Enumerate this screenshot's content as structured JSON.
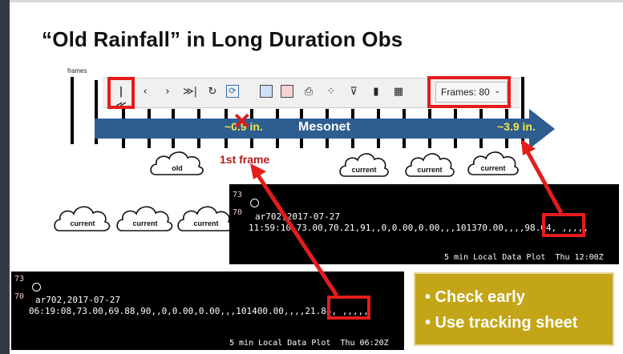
{
  "slide": {
    "title": "“Old Rainfall” in Long Duration Obs"
  },
  "frames_caption": "frames",
  "toolbar": {
    "buttons": [
      {
        "name": "first-frame-button",
        "icon": "skip-to-start-icon",
        "glyph": "|<<"
      },
      {
        "name": "previous-frame-button",
        "icon": "chevron-left-icon",
        "glyph": "<"
      },
      {
        "name": "next-frame-button",
        "icon": "chevron-right-icon",
        "glyph": ">"
      },
      {
        "name": "last-frame-button",
        "icon": "skip-to-end-icon",
        "glyph": ">>|"
      },
      {
        "name": "loop-button",
        "icon": "loop-icon",
        "glyph": "↻"
      },
      {
        "name": "refresh-button",
        "icon": "refresh-icon",
        "glyph": "⟳"
      },
      {
        "name": "select-button",
        "icon": "select-icon",
        "glyph": ""
      },
      {
        "name": "zoom-button",
        "icon": "zoom-box-icon",
        "glyph": ""
      },
      {
        "name": "print-button",
        "icon": "printer-icon",
        "glyph": "⎙"
      },
      {
        "name": "points-button",
        "icon": "scatter-points-icon",
        "glyph": "⁘"
      },
      {
        "name": "wind-button",
        "icon": "wind-barb-icon",
        "glyph": "⊽"
      },
      {
        "name": "layout-single-button",
        "icon": "layout-single-icon",
        "glyph": "▮"
      },
      {
        "name": "layout-grid-button",
        "icon": "layout-grid-icon",
        "glyph": "▦"
      }
    ],
    "frames_select": "Frames: 80"
  },
  "timeline": {
    "label": "Mesonet",
    "rain_old": "~0.9 in.",
    "rain_new": "~3.9 in.",
    "first_frame_label": "1st frame"
  },
  "clouds": {
    "old": "old",
    "current": "current"
  },
  "console_top": {
    "line_nums": [
      "73",
      "70"
    ],
    "header": "ar702,2017-07-27",
    "data": "11:59:10,73.00,70.21,91,,0,0.00,0.00,,,101370.00,,,,98.04, ,,,,,",
    "highlight": "98.04",
    "footer": "5 min Local Data Plot  Thu 12:00Z"
  },
  "console_bottom": {
    "line_nums": [
      "73",
      "70"
    ],
    "header": "ar702,2017-07-27",
    "data": "06:19:08,73.00,69.88,90,,0,0.00,0.00,,,101400.00,,,,21.84, ,,,,,",
    "highlight": "21.84",
    "footer": "5 min Local Data Plot  Thu 06:20Z"
  },
  "note": {
    "items": [
      "• Check early",
      "• Use tracking sheet"
    ]
  },
  "colors": {
    "arrow": "#2e5d92",
    "highlight_red": "#e51c1c",
    "rain_text": "#f5e642",
    "note_bg": "#c3a517"
  }
}
